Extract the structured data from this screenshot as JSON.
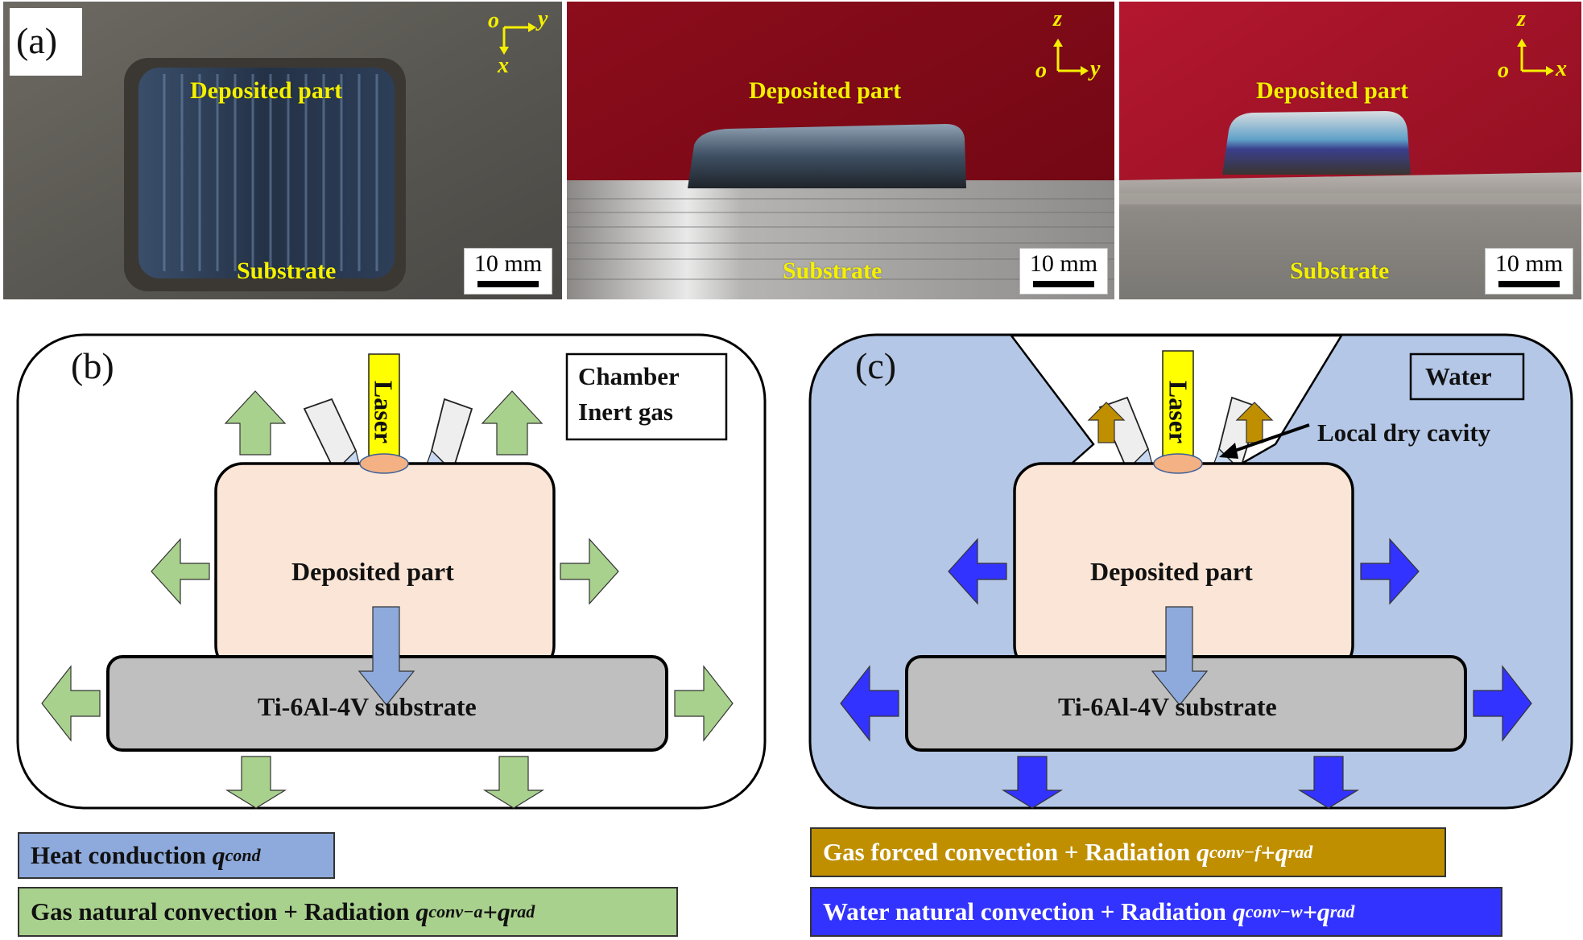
{
  "figure": {
    "panel_a": {
      "label": "(a)",
      "photos": [
        {
          "view": "top",
          "deposit_label": "Deposited part",
          "substrate_label": "Substrate",
          "scale_bar": "10 mm",
          "axes": {
            "origin": "o",
            "horizontal": "y",
            "vertical": "x"
          }
        },
        {
          "view": "side",
          "deposit_label": "Deposited part",
          "substrate_label": "Substrate",
          "scale_bar": "10 mm",
          "axes": {
            "origin": "o",
            "horizontal": "y",
            "vertical": "z"
          }
        },
        {
          "view": "front",
          "deposit_label": "Deposited part",
          "substrate_label": "Substrate",
          "scale_bar": "10 mm",
          "axes": {
            "origin": "o",
            "horizontal": "x",
            "vertical": "z"
          }
        }
      ]
    },
    "panel_b": {
      "label": "(b)",
      "environment_line1": "Chamber",
      "environment_line2": "Inert gas",
      "laser_label": "Laser",
      "deposit_label": "Deposited part",
      "substrate_label": "Ti-6Al-4V substrate"
    },
    "panel_c": {
      "label": "(c)",
      "environment": "Water",
      "laser_label": "Laser",
      "cavity_label": "Local dry cavity",
      "deposit_label": "Deposited part",
      "substrate_label": "Ti-6Al-4V substrate"
    },
    "legend": [
      {
        "text": "Heat conduction ",
        "symbol": "q",
        "subscript": "cond",
        "suffix_symbol": "",
        "suffix_subscript": "",
        "color": "#8eaadc",
        "text_color": "#111111"
      },
      {
        "text": "Gas natural convection + Radiation ",
        "symbol": "q",
        "subscript": "conv−a",
        "suffix_symbol": "+q",
        "suffix_subscript": "rad",
        "color": "#a9d18e",
        "text_color": "#111111"
      },
      {
        "text": "Gas forced convection + Radiation ",
        "symbol": "q",
        "subscript": "conv−f",
        "suffix_symbol": "+q",
        "suffix_subscript": "rad",
        "color": "#bf8f00",
        "text_color": "#ffffff"
      },
      {
        "text": "Water natural convection + Radiation ",
        "symbol": "q",
        "subscript": "conv−w",
        "suffix_symbol": "+q",
        "suffix_subscript": "rad",
        "color": "#3333ff",
        "text_color": "#ffffff"
      }
    ],
    "colors": {
      "conduction_arrow": "#8eaadc",
      "gas_natural_arrow": "#a9d18e",
      "gas_forced_arrow": "#bf8f00",
      "water_arrow": "#3333ff",
      "water_background": "#b4c7e7",
      "deposit_fill": "#fbe5d6",
      "substrate_fill": "#bfbfbf",
      "laser_fill": "#ffff00",
      "melt_pool": "#f4b183"
    }
  }
}
